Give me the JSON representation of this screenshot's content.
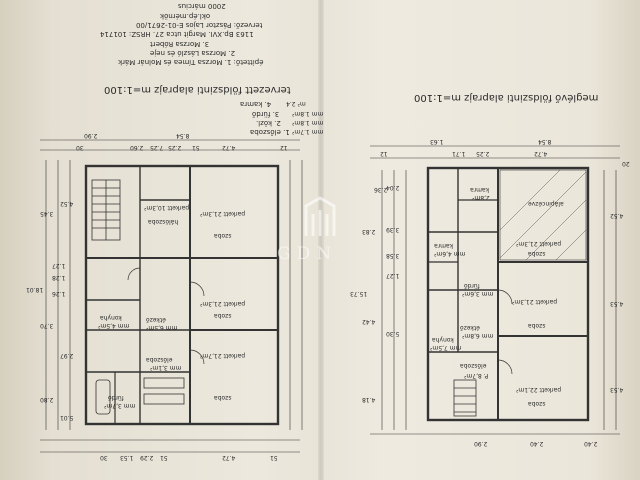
{
  "header": {
    "scale_note": "2000 március",
    "designer_lines": [
      "építtető: 1. Morzsa Tímea és Molnár Márk",
      "2. Morzsa László és neje",
      "3. Morzsa Róbert",
      "1163 Bp.XVI. Margit utca 27. HRSZ: 101714",
      "tervező: Pásztor Lajos  E-01-2671/00",
      "okl.ép.mérnök"
    ]
  },
  "left_plan": {
    "title": "tervezett földszinti alaprajz  m=1:100",
    "legend_items": [
      "1. előszoba",
      "2. közl.",
      "3. fürdő",
      "4. kamra"
    ],
    "legend_values": [
      "mm 1.7m²",
      "mm 1.8m²",
      "mm 1.8m²",
      "m² 2.4"
    ],
    "rooms": [
      {
        "name": "szoba",
        "area": "parkett 21,3m²"
      },
      {
        "name": "szoba",
        "area": "parkett 21,3m²"
      },
      {
        "name": "szoba",
        "area": "parkett 21,7m²"
      },
      {
        "name": "hálószoba",
        "area": "parkett 10,3m²"
      },
      {
        "name": "előszoba",
        "area": "mm 3,1m²"
      },
      {
        "name": "étkező",
        "area": "mm 6,5m²"
      },
      {
        "name": "fürdő",
        "area": "mm 3,7m²"
      },
      {
        "name": "konyha",
        "area": "mm 4,5m²"
      }
    ],
    "dims_top": [
      "2.90",
      "8.54",
      "4.72",
      "2.60",
      "2.25",
      "7.25",
      "30",
      "51",
      "12"
    ],
    "dims_left": [
      "4.52",
      "3.45",
      "3.70",
      "2.80",
      "5.01",
      "1.27",
      "1.28",
      "1.26",
      "2.97",
      "18.01"
    ],
    "dims_bottom": [
      "4.72",
      "2.29",
      "1.53",
      "30",
      "51",
      "51"
    ]
  },
  "right_plan": {
    "title": "meglévő földszinti alaprajz  m=1:100",
    "rooms": [
      {
        "name": "szoba",
        "area": "parkett 21,3m²"
      },
      {
        "name": "szoba",
        "area": "parkett 21,3m²"
      },
      {
        "name": "szoba",
        "area": "parkett 22,1m²"
      },
      {
        "name": "étkező",
        "area": "mm 6,8m²"
      },
      {
        "name": "konyha",
        "area": "mm 7,5m²"
      },
      {
        "name": "kamra",
        "area": "2,8m²"
      },
      {
        "name": "fürdő",
        "area": "mm 3,6m²"
      },
      {
        "name": "kamra",
        "area": "mm 4,6m²"
      },
      {
        "name": "előszoba",
        "area": "P. 8,7m²"
      },
      {
        "name": "alápincézve",
        "area": ""
      }
    ],
    "dims_top": [
      "8.54",
      "4.72",
      "2.25",
      "1.71",
      "1.63",
      "12"
    ],
    "dims_left": [
      "2.04",
      "2.36",
      "2.83",
      "3.39",
      "3.58",
      "1.27",
      "4.42",
      "15.73",
      "4.18",
      "5.30"
    ],
    "dims_right": [
      "4.52",
      "4.53",
      "4.53",
      "20"
    ],
    "dims_bottom": [
      "2.90",
      "2.40",
      "2.40"
    ]
  },
  "watermark": {
    "text": "GDN"
  },
  "colors": {
    "ink": "#2b2b2b",
    "paper": "#ece8dd",
    "wall": "#3a3a3a"
  }
}
